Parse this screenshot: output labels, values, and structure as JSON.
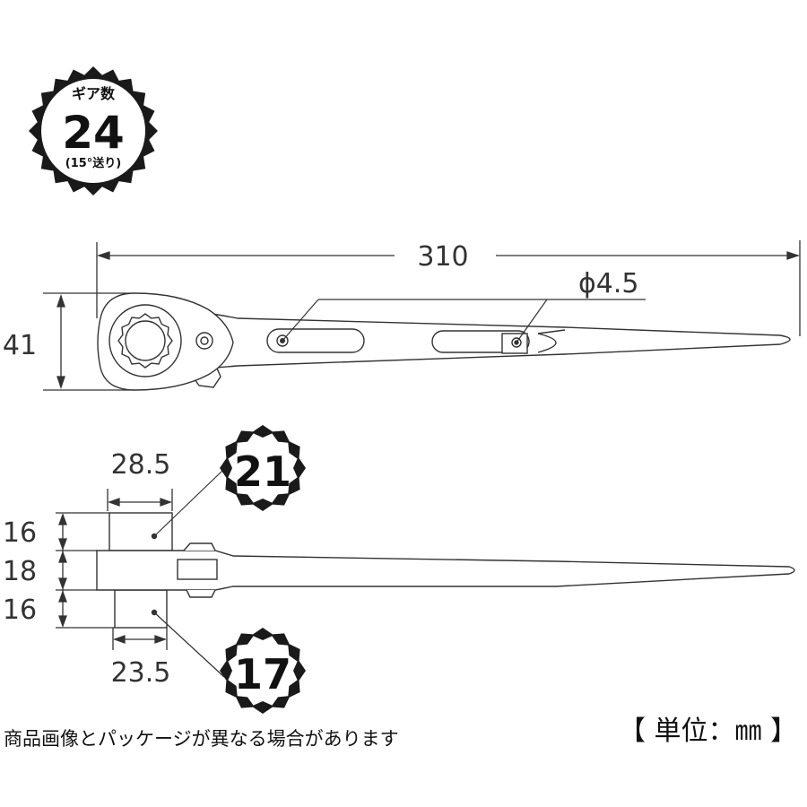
{
  "gear_badge": {
    "label": "ギア数",
    "count": "24",
    "note": "(15°送り)"
  },
  "dimensions": {
    "overall_length": "310",
    "head_height": "41",
    "hole_diameter": "ϕ4.5",
    "socket_large_width": "28.5",
    "socket_small_width": "23.5",
    "socket_large_height": "16",
    "body_thickness": "18",
    "socket_small_height": "16"
  },
  "sockets": {
    "large_size": "21",
    "small_size": "17"
  },
  "footer": {
    "note": "商品画像とパッケージが異なる場合があります",
    "unit": "【 単位：㎜ 】"
  }
}
